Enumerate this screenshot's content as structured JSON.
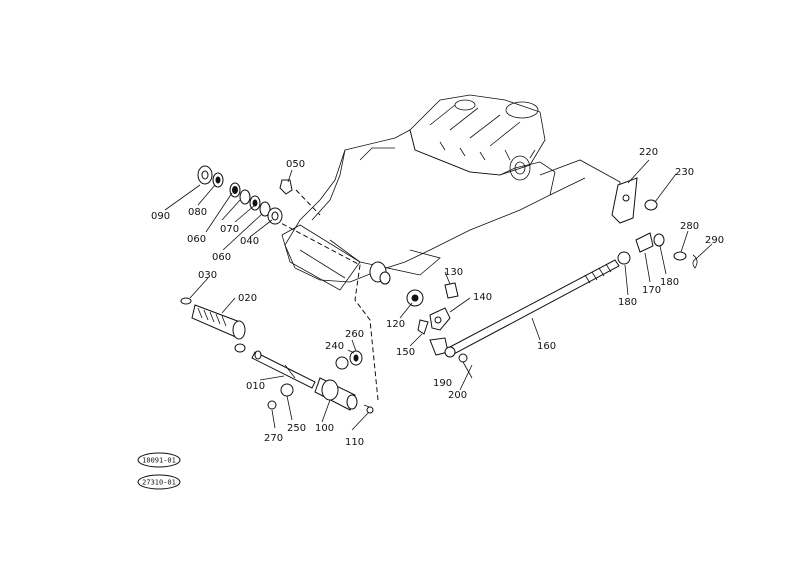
{
  "diagram": {
    "part_labels": [
      {
        "id": "p010",
        "text": "010"
      },
      {
        "id": "p020",
        "text": "020"
      },
      {
        "id": "p030",
        "text": "030"
      },
      {
        "id": "p040",
        "text": "040"
      },
      {
        "id": "p050",
        "text": "050"
      },
      {
        "id": "p060a",
        "text": "060"
      },
      {
        "id": "p060b",
        "text": "060"
      },
      {
        "id": "p070",
        "text": "070"
      },
      {
        "id": "p080",
        "text": "080"
      },
      {
        "id": "p090",
        "text": "090"
      },
      {
        "id": "p100",
        "text": "100"
      },
      {
        "id": "p110",
        "text": "110"
      },
      {
        "id": "p120",
        "text": "120"
      },
      {
        "id": "p130",
        "text": "130"
      },
      {
        "id": "p140",
        "text": "140"
      },
      {
        "id": "p150",
        "text": "150"
      },
      {
        "id": "p160",
        "text": "160"
      },
      {
        "id": "p170",
        "text": "170"
      },
      {
        "id": "p180a",
        "text": "180"
      },
      {
        "id": "p180b",
        "text": "180"
      },
      {
        "id": "p190",
        "text": "190"
      },
      {
        "id": "p200",
        "text": "200"
      },
      {
        "id": "p220",
        "text": "220"
      },
      {
        "id": "p230",
        "text": "230"
      },
      {
        "id": "p240",
        "text": "240"
      },
      {
        "id": "p250",
        "text": "250"
      },
      {
        "id": "p260",
        "text": "260"
      },
      {
        "id": "p270",
        "text": "270"
      },
      {
        "id": "p280",
        "text": "280"
      },
      {
        "id": "p290",
        "text": "290"
      }
    ],
    "drawing_codes": [
      {
        "id": "code1",
        "text": "10091-01"
      },
      {
        "id": "code2",
        "text": "27310-01"
      }
    ]
  }
}
